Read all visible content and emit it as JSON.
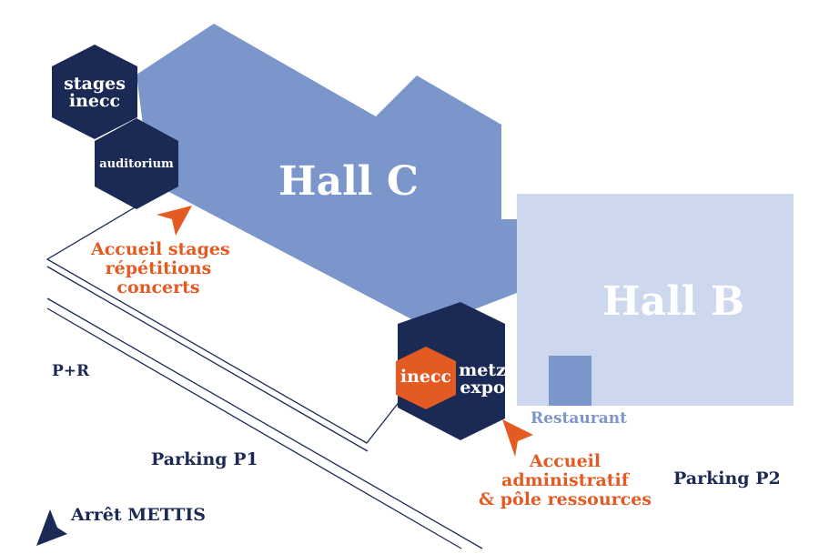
{
  "buildings": {
    "hall_c": "Hall C",
    "hall_b": "Hall B",
    "stages_inecc": [
      "stages",
      "inecc"
    ],
    "auditorium": "auditorium",
    "inecc": "inecc",
    "metz_expo": [
      "metz",
      "expo"
    ],
    "restaurant": "Restaurant"
  },
  "entrances": {
    "stages": [
      "Accueil stages",
      "répétitions",
      "concerts"
    ],
    "admin": [
      "Accueil",
      "administratif",
      "& pôle ressources"
    ]
  },
  "places": {
    "p_plus_r": "P+R",
    "parking_p1": "Parking P1",
    "parking_p2": "Parking P2",
    "arret_mettis": "Arrêt METTIS"
  },
  "colors": {
    "hall_c": "#7b96cb",
    "hall_b": "#cdd7ee",
    "restaurant": "#7b96cb",
    "navy": "#1b2a55",
    "orange": "#e35a22",
    "road_line": "#1b2a55"
  },
  "icons": [
    "entrance-arrow-icon",
    "mettis-stop-arrow-icon"
  ]
}
